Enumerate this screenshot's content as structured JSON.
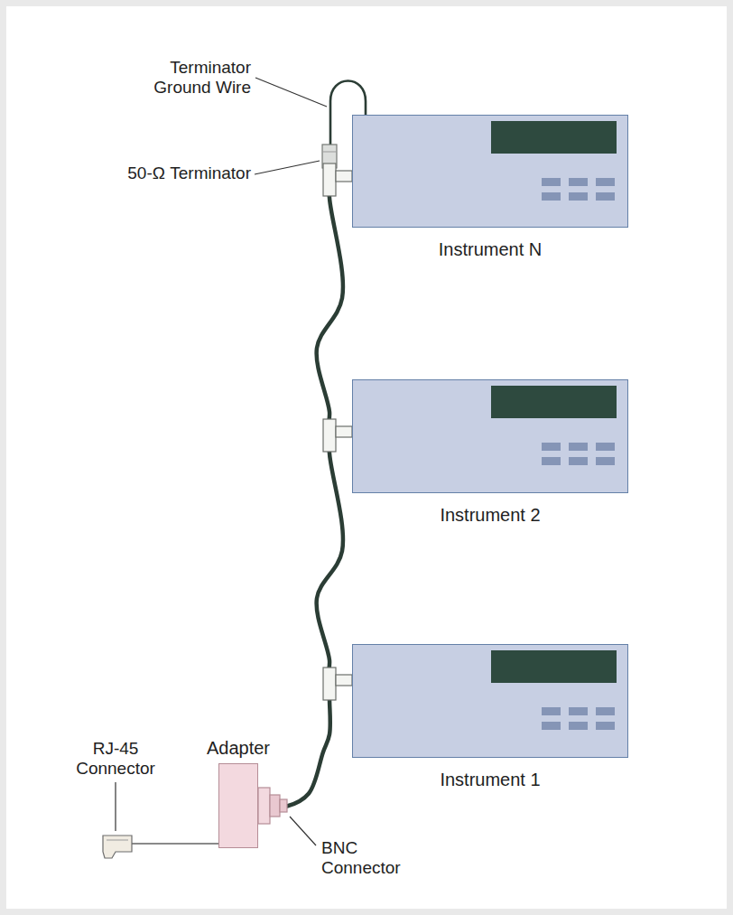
{
  "diagram": {
    "nodes": [
      {
        "text": [
          "Instrument N"
        ]
      },
      {
        "text": [
          "Instrument 2"
        ]
      },
      {
        "text": [
          "Instrument 1"
        ]
      },
      {
        "text": [
          "Adapter"
        ]
      }
    ],
    "edges": [
      {
        "from": 3,
        "to": 2,
        "arrow": "none"
      },
      {
        "from": 2,
        "to": 1,
        "arrow": "none"
      },
      {
        "from": 1,
        "to": 0,
        "arrow": "none"
      }
    ],
    "labels": [
      "Terminator Ground Wire",
      "50-Ω Terminator",
      "RJ-45 Connector",
      "BNC Connector"
    ]
  }
}
